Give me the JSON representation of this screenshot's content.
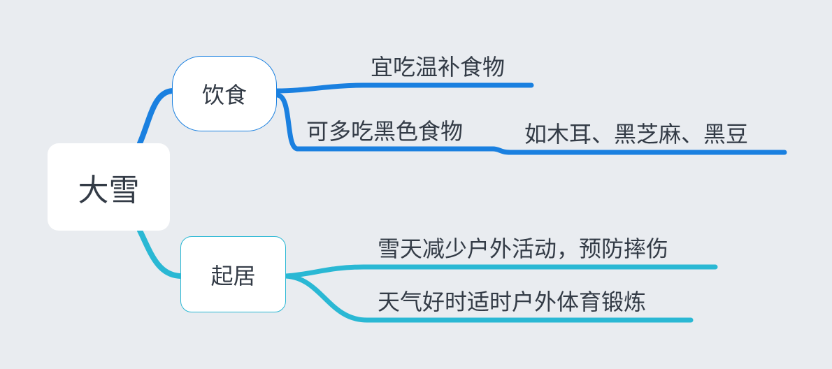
{
  "root": {
    "label": "大雪"
  },
  "branches": [
    {
      "label": "饮食",
      "color": "#1a80e0",
      "children": [
        {
          "label": "宜吃温补食物"
        },
        {
          "label": "可多吃黑色食物",
          "children": [
            {
              "label": "如木耳、黑芝麻、黑豆"
            }
          ]
        }
      ]
    },
    {
      "label": "起居",
      "color": "#2ab8d4",
      "children": [
        {
          "label": "雪天减少户外活动，预防摔伤"
        },
        {
          "label": "天气好时适时户外体育锻炼"
        }
      ]
    }
  ]
}
